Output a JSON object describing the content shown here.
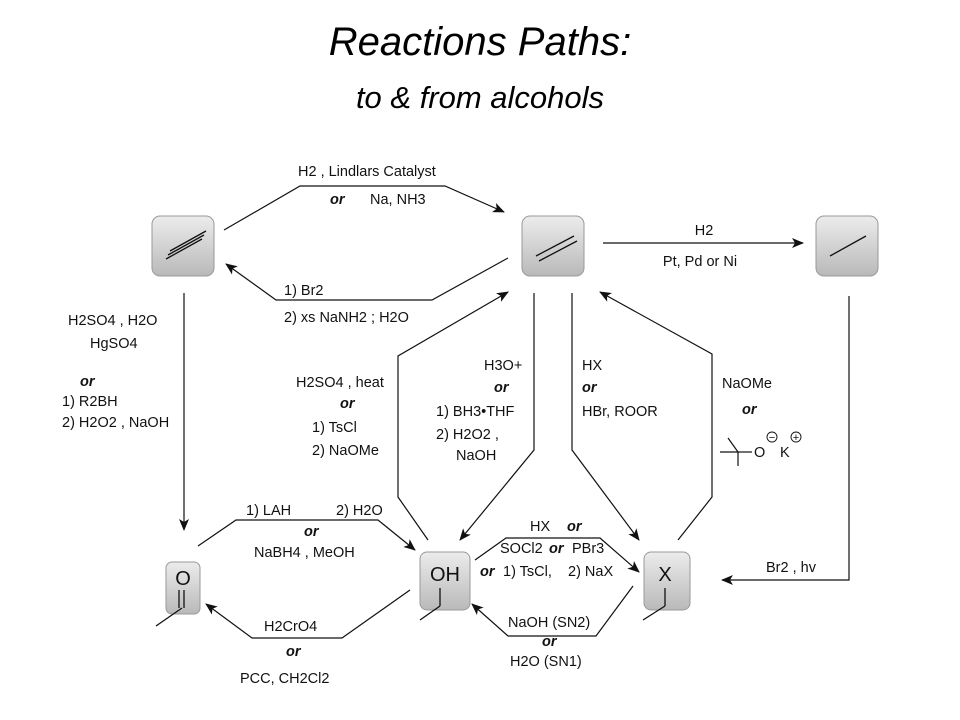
{
  "title": "Reactions Paths:",
  "subtitle": "to & from alcohols",
  "nodes": {
    "alkyne": {
      "label": ""
    },
    "alkene": {
      "label": ""
    },
    "alkane": {
      "label": ""
    },
    "carbonyl": {
      "label": "O"
    },
    "alcohol": {
      "label": "OH"
    },
    "halide": {
      "label": "X"
    }
  },
  "labels": {
    "alkyne_to_alkene": {
      "reagent": "H2 , Lindlars Catalyst",
      "or": "or",
      "alt": "Na, NH3"
    },
    "alkene_to_alkyne": {
      "step1": "1) Br2",
      "step2": "2) xs NaNH2 ; H2O"
    },
    "alkene_to_alkane": {
      "reagent": "H2",
      "catalyst": "Pt, Pd or Ni"
    },
    "alkyne_to_carbonyl": {
      "line1": "H2SO4 , H2O",
      "line2": "HgSO4",
      "or": "or",
      "line3": "1) R2BH",
      "line4": "2) H2O2 , NaOH"
    },
    "alcohol_to_alkene": {
      "line1": "H2SO4 , heat",
      "or": "or",
      "line2": "1) TsCl",
      "line3": "2) NaOMe"
    },
    "alkene_to_alcohol": {
      "line1": "H3O+",
      "or": "or",
      "line2": "1) BH3•THF",
      "line3": "2) H2O2 ,",
      "line4": "NaOH"
    },
    "alkene_to_halide": {
      "line1": "HX",
      "or": "or",
      "line2": "HBr, ROOR"
    },
    "halide_to_alkene": {
      "line1": "NaOMe",
      "or": "or",
      "o_label": "O",
      "k_label": "K",
      "minus": "−",
      "plus": "+"
    },
    "carbonyl_to_alcohol": {
      "step1": "1) LAH",
      "step2": "2) H2O",
      "or": "or",
      "alt": "NaBH4 , MeOH"
    },
    "alcohol_to_halide": {
      "line1": "HX",
      "or1": "or",
      "line2": "SOCl2",
      "or2": "or",
      "line2b": "PBr3",
      "or3": "or",
      "line3": "1) TsCl,",
      "line3b": "2) NaX"
    },
    "halide_to_alcohol": {
      "line1": "NaOH (SN2)",
      "or": "or",
      "line2": "H2O (SN1)"
    },
    "alcohol_to_carbonyl": {
      "line1": "H2CrO4",
      "or": "or",
      "line2": "PCC, CH2Cl2"
    },
    "alkane_to_halide": {
      "reagent": "Br2 , hv"
    }
  }
}
